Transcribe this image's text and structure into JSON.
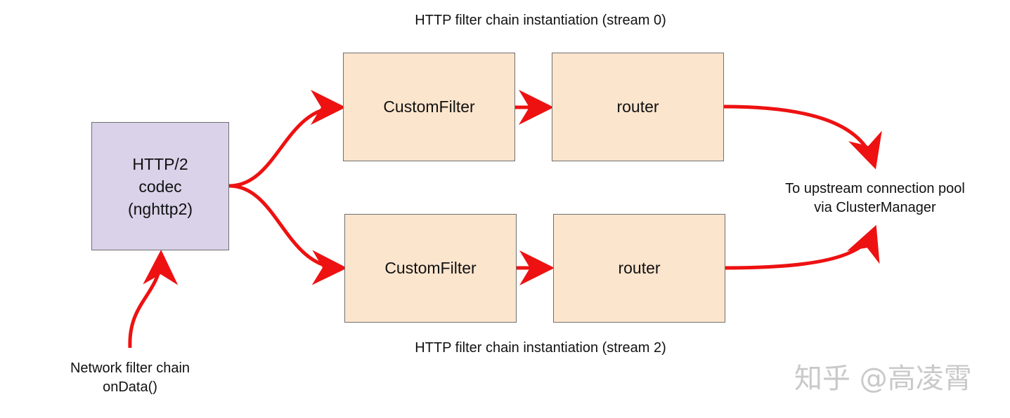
{
  "captions": {
    "stream0": "HTTP filter chain instantiation (stream 0)",
    "stream2": "HTTP filter chain instantiation (stream 2)",
    "upstream_line1": "To upstream connection pool",
    "upstream_line2": "via ClusterManager",
    "network_line1": "Network filter chain",
    "network_line2": "onData()"
  },
  "codec": {
    "line1": "HTTP/2",
    "line2": "codec",
    "line3": "(nghttp2)"
  },
  "stream0": {
    "filter_label": "CustomFilter",
    "router_label": "router"
  },
  "stream2": {
    "filter_label": "CustomFilter",
    "router_label": "router"
  },
  "watermark": "知乎 @高凌霄",
  "colors": {
    "arrow": "#ee1111",
    "codec_fill": "#d9d2e9",
    "filter_fill": "#fce5cd",
    "border": "#6f6f6f"
  }
}
